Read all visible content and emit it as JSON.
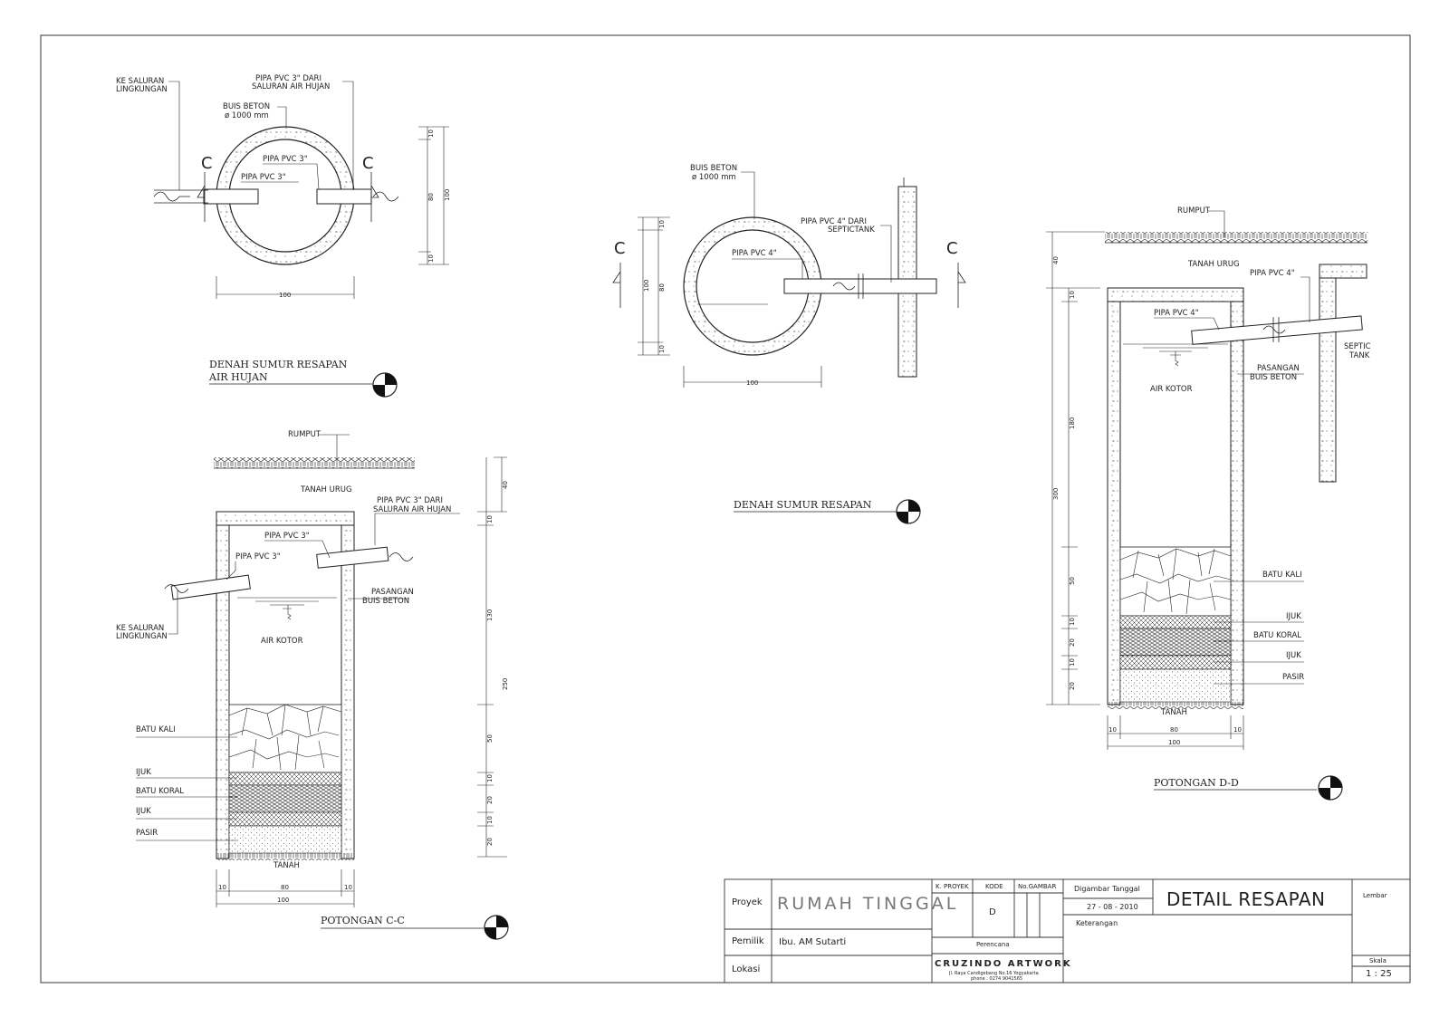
{
  "sheet": {
    "plan_aa": {
      "title_1": "DENAH SUMUR RESAPAN",
      "title_2": "AIR HUJAN",
      "section_mark_left": "C",
      "section_mark_right": "C",
      "labels": {
        "outlet_1": "KE SALURAN",
        "outlet_2": "LINGKUNGAN",
        "pvc_in_1": "PIPA PVC 3\" DARI",
        "pvc_in_2": "SALURAN AIR HUJAN",
        "buis_1": "BUIS BETON",
        "buis_2": "ø 1000 mm",
        "pvc_right": "PIPA PVC 3\"",
        "pvc_left": "PIPA PVC 3\""
      },
      "dims": {
        "d10a": "10",
        "d80": "80",
        "d10b": "10",
        "d100": "100",
        "width": "100"
      }
    },
    "plan_bb": {
      "title": "DENAH SUMUR RESAPAN",
      "section_mark_left": "C",
      "section_mark_right": "C",
      "labels": {
        "buis_1": "BUIS BETON",
        "buis_2": "ø 1000 mm",
        "pvc_in_1": "PIPA PVC 4\" DARI",
        "pvc_in_2": "SEPTICTANK",
        "pvc": "PIPA PVC 4\""
      },
      "dims": {
        "d100": "100",
        "d10a": "10",
        "d80": "80",
        "d10b": "10",
        "width": "100"
      }
    },
    "section_cc": {
      "title": "POTONGAN C-C",
      "labels": {
        "rumput": "RUMPUT",
        "tanah_urug": "TANAH URUG",
        "pvc_in_1": "PIPA PVC 3\" DARI",
        "pvc_in_2": "SALURAN AIR HUJAN",
        "pvc_a": "PIPA PVC 3\"",
        "pvc_b": "PIPA PVC 3\"",
        "pasangan_1": "PASANGAN",
        "pasangan_2": "BUIS BETON",
        "outlet_1": "KE SALURAN",
        "outlet_2": "LINGKUNGAN",
        "air_kotor": "AIR KOTOR",
        "batu_kali": "BATU KALI",
        "ijuk_1": "IJUK",
        "batu_koral": "BATU KORAL",
        "ijuk_2": "IJUK",
        "pasir": "PASIR",
        "tanah": "TANAH"
      },
      "dims": {
        "top": "40",
        "d10a": "10",
        "d130": "130",
        "d250": "250",
        "d50": "50",
        "d10b": "10",
        "d20a": "20",
        "d10c": "10",
        "d20b": "20",
        "w10a": "10",
        "w80": "80",
        "w10b": "10",
        "w100": "100"
      }
    },
    "section_dd": {
      "title": "POTONGAN D-D",
      "labels": {
        "rumput": "RUMPUT",
        "tanah_urug": "TANAH URUG",
        "pvc_in": "PIPA PVC 4\"",
        "pvc": "PIPA PVC 4\"",
        "septic_1": "SEPTIC",
        "septic_2": "TANK",
        "pasangan_1": "PASANGAN",
        "pasangan_2": "BUIS BETON",
        "air_kotor": "AIR KOTOR",
        "batu_kali": "BATU KALI",
        "ijuk_1": "IJUK",
        "batu_koral": "BATU KORAL",
        "ijuk_2": "IJUK",
        "pasir": "PASIR",
        "tanah": "TANAH"
      },
      "dims": {
        "top": "40",
        "d10a": "10",
        "d180": "180",
        "d300": "300",
        "d50": "50",
        "d10b": "10",
        "d20a": "20",
        "d10c": "10",
        "d20b": "20",
        "w10a": "10",
        "w80": "80",
        "w10b": "10",
        "w100": "100"
      }
    }
  },
  "title_block": {
    "proyek_label": "Proyek",
    "proyek_value": "RUMAH TINGGAL",
    "pemilik_label": "Pemilik",
    "pemilik_value": "Ibu. AM Sutarti",
    "lokasi_label": "Lokasi",
    "kproyek_label": "K. PROYEK",
    "kode_label": "KODE",
    "nogambar_label": "No.GAMBAR",
    "kode_value": "D",
    "perencana_label": "Perencana",
    "firm_name": "CRUZINDO ARTWORK",
    "firm_address": "Jl. Raya Candigebang No.16 Yogyakarta",
    "firm_phone": "phone : 0274 9041565",
    "digambar_label": "Digambar Tanggal",
    "digambar_value": "27 - 08 - 2010",
    "keterangan_label": "Keterangan",
    "drawing_title": "DETAIL RESAPAN",
    "lembar_label": "Lembar",
    "skala_label": "Skala",
    "skala_value": "1 : 25"
  }
}
